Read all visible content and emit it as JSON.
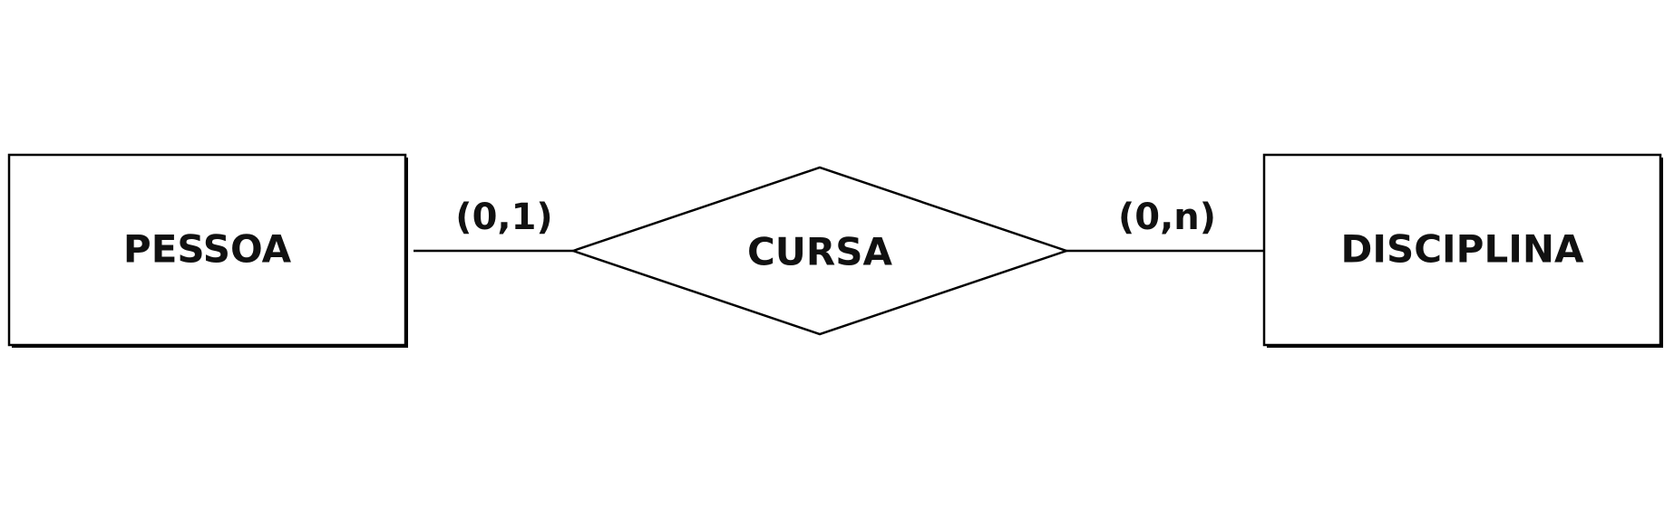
{
  "diagram": {
    "type": "er-diagram",
    "entities": [
      {
        "id": "pessoa",
        "label": "PESSOA"
      },
      {
        "id": "disciplina",
        "label": "DISCIPLINA"
      }
    ],
    "relationship": {
      "id": "cursa",
      "label": "CURSA"
    },
    "connections": [
      {
        "from": "pessoa",
        "to": "cursa",
        "cardinality": "(0,1)"
      },
      {
        "from": "cursa",
        "to": "disciplina",
        "cardinality": "(0,n)"
      }
    ]
  }
}
